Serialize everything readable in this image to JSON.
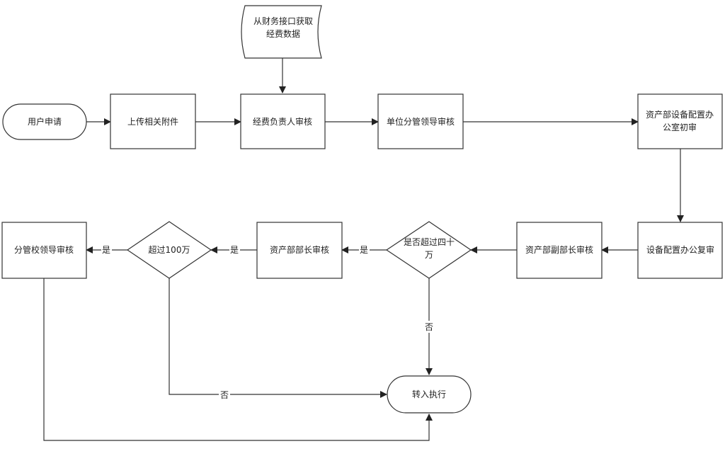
{
  "diagram": {
    "nodes": {
      "data_source": [
        "从财务接口获取",
        "经费数据"
      ],
      "user_apply": [
        "用户申请"
      ],
      "upload": [
        "上传相关附件"
      ],
      "fund_review": [
        "经费负责人审核"
      ],
      "unit_review": [
        "单位分管领导审核"
      ],
      "asset_initial": [
        "资产部设备配置办",
        "公室初审"
      ],
      "asset_recheck": [
        "设备配置办公复审"
      ],
      "vice_director": [
        "资产部副部长审核"
      ],
      "over_40w": [
        "是否超过四十",
        "万"
      ],
      "director": [
        "资产部部长审核"
      ],
      "over_100w": [
        "超过100万"
      ],
      "school_leader": [
        "分管校领导审核"
      ],
      "execute": [
        "转入执行"
      ]
    },
    "edge_labels": {
      "over40_yes": "是",
      "over100_yes": "是",
      "over40_no": "否",
      "over100_no": "否",
      "dir_yes": "是"
    }
  }
}
